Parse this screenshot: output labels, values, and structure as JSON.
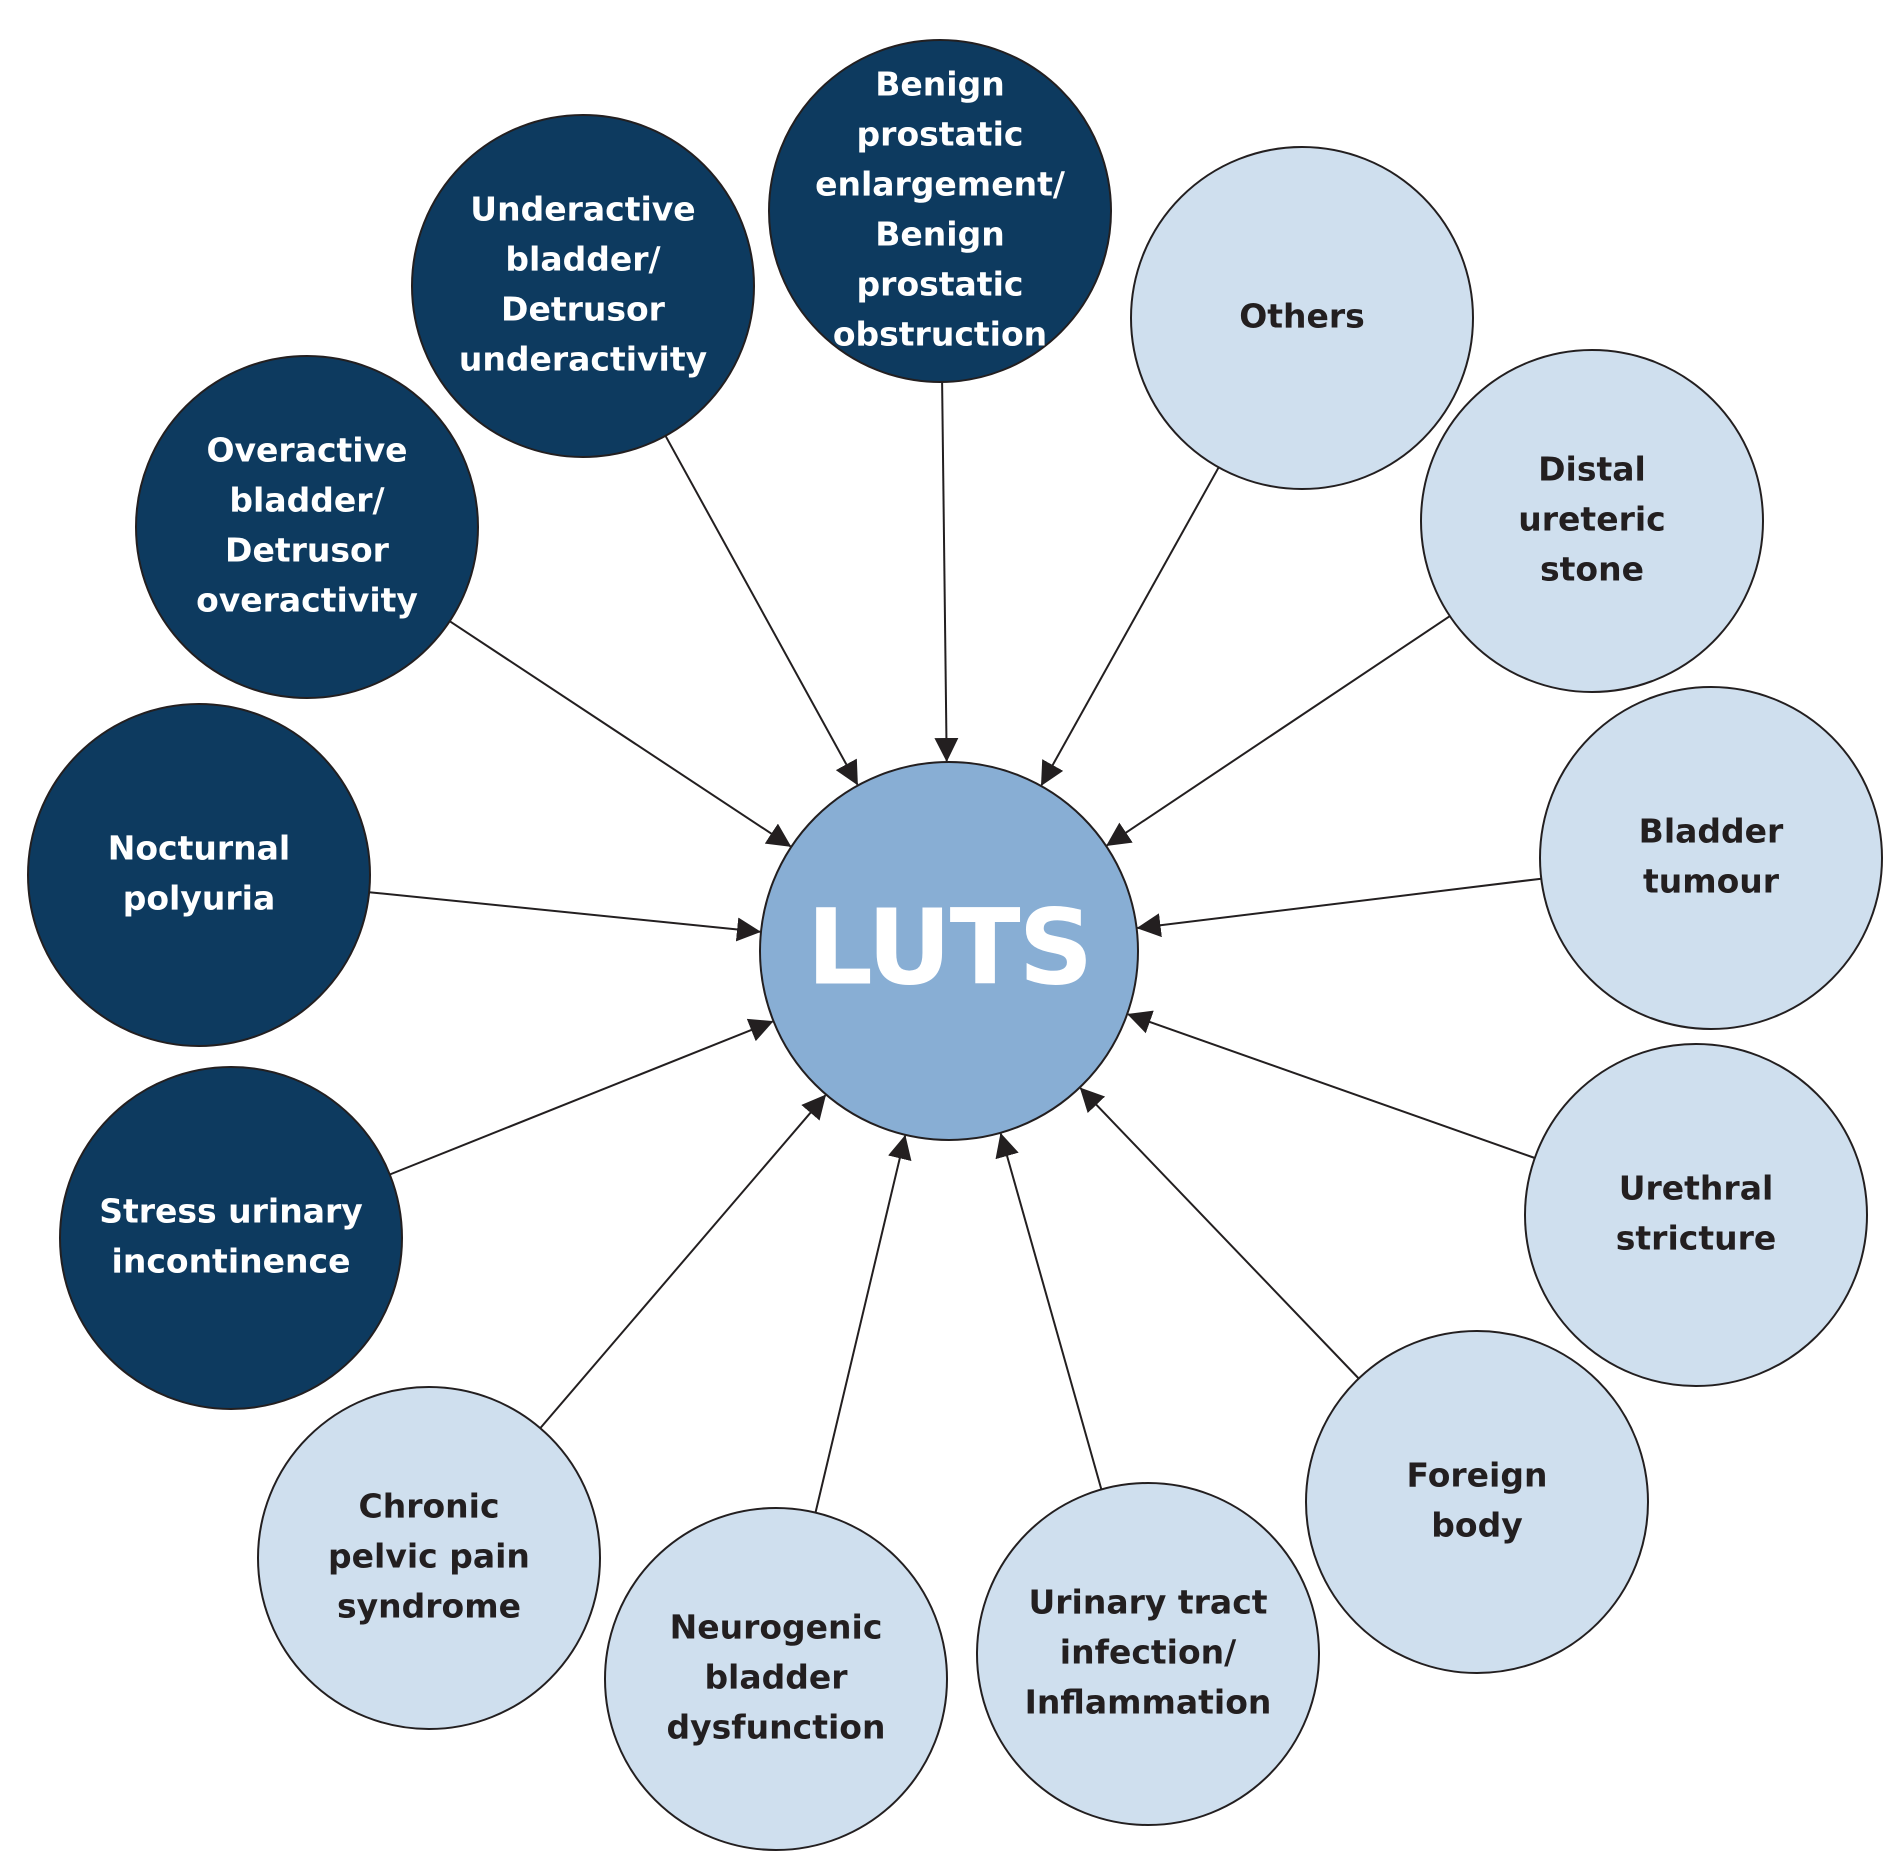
{
  "diagram": {
    "type": "hub-and-spoke",
    "center": {
      "label": "LUTS",
      "fill": "#88aed4",
      "text_color": "#ffffff"
    },
    "styles": {
      "primary": {
        "fill": "#0d3a5f",
        "text_color": "#ffffff"
      },
      "secondary": {
        "fill": "#cfdfee",
        "text_color": "#231f20"
      },
      "line_color": "#231f20"
    },
    "nodes": [
      {
        "id": "bpe",
        "style": "primary",
        "lines": [
          "Benign",
          "prostatic",
          "enlargement/",
          "Benign",
          "prostatic",
          "obstruction"
        ]
      },
      {
        "id": "others",
        "style": "secondary",
        "lines": [
          "Others"
        ]
      },
      {
        "id": "distal-ureteric-stone",
        "style": "secondary",
        "lines": [
          "Distal",
          "ureteric",
          "stone"
        ]
      },
      {
        "id": "bladder-tumour",
        "style": "secondary",
        "lines": [
          "Bladder",
          "tumour"
        ]
      },
      {
        "id": "urethral-stricture",
        "style": "secondary",
        "lines": [
          "Urethral",
          "stricture"
        ]
      },
      {
        "id": "foreign-body",
        "style": "secondary",
        "lines": [
          "Foreign",
          "body"
        ]
      },
      {
        "id": "uti",
        "style": "secondary",
        "lines": [
          "Urinary tract",
          "infection/",
          "Inflammation"
        ]
      },
      {
        "id": "neurogenic-bladder",
        "style": "secondary",
        "lines": [
          "Neurogenic",
          "bladder",
          "dysfunction"
        ]
      },
      {
        "id": "cpps",
        "style": "secondary",
        "lines": [
          "Chronic",
          "pelvic pain",
          "syndrome"
        ]
      },
      {
        "id": "sui",
        "style": "primary",
        "lines": [
          "Stress urinary",
          "incontinence"
        ]
      },
      {
        "id": "nocturnal-polyuria",
        "style": "primary",
        "lines": [
          "Nocturnal",
          "polyuria"
        ]
      },
      {
        "id": "overactive-bladder",
        "style": "primary",
        "lines": [
          "Overactive",
          "bladder/",
          "Detrusor",
          "overactivity"
        ]
      },
      {
        "id": "underactive-bladder",
        "style": "primary",
        "lines": [
          "Underactive",
          "bladder/",
          "Detrusor",
          "underactivity"
        ]
      }
    ],
    "edges_direction": "node-to-center"
  }
}
